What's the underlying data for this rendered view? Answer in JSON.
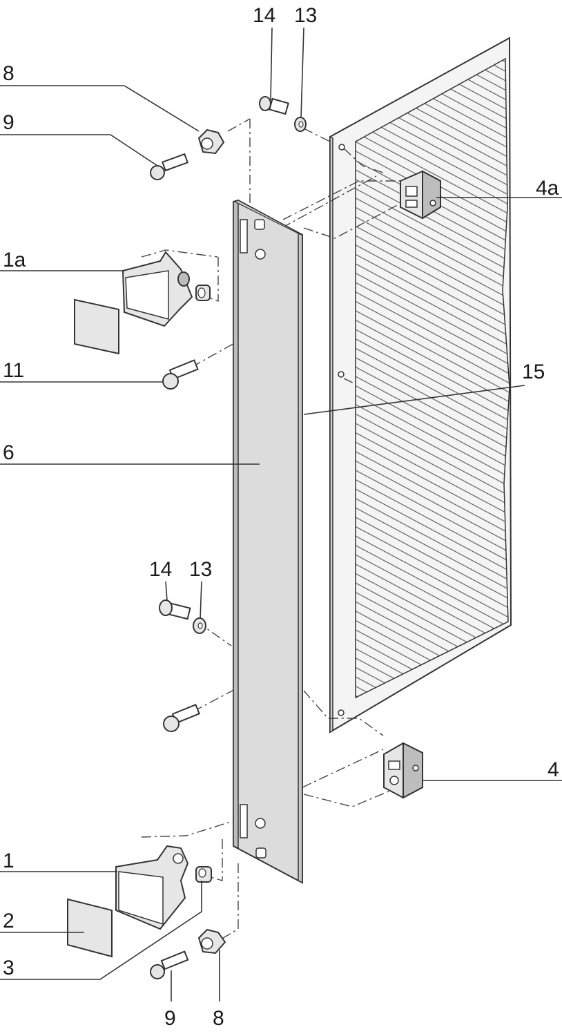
{
  "labels": {
    "l14a": "14",
    "l13a": "13",
    "l8a": "8",
    "l9a": "9",
    "l4a": "4a",
    "l1a": "1a",
    "l11": "11",
    "l15": "15",
    "l6": "6",
    "l14b": "14",
    "l13b": "13",
    "l4": "4",
    "l1": "1",
    "l2": "2",
    "l3": "3",
    "l9b": "9",
    "l8b": "8"
  },
  "colors": {
    "line": "#333333",
    "part_fill": "#e6e6e6",
    "panel_fill": "#dcdcdc",
    "hatch": "#555555"
  }
}
